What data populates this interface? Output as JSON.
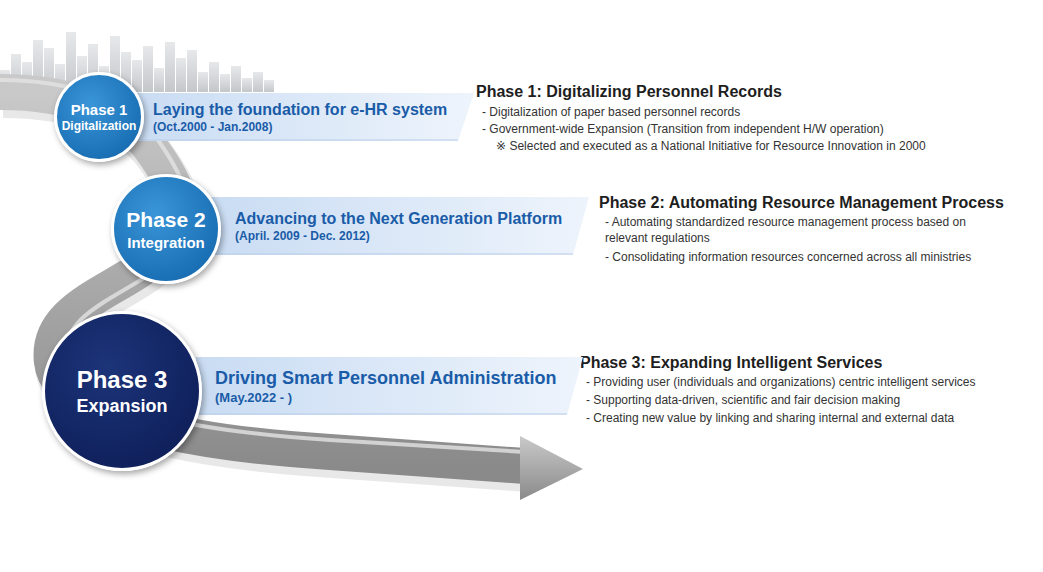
{
  "diagram": {
    "nodes": [
      {
        "text": [
          "Phase 1",
          "Digitalization"
        ]
      },
      {
        "text": [
          "Laying the foundation for e-HR system",
          "(Oct.2000 - Jan.2008)"
        ]
      },
      {
        "text": [
          "Phase 2",
          "Integration"
        ]
      },
      {
        "text": [
          "Advancing to the Next Generation Platform",
          "(April. 2009 - Dec. 2012)"
        ]
      },
      {
        "text": [
          "Phase 3",
          "Expansion"
        ]
      },
      {
        "text": [
          "Driving Smart Personnel Administration",
          "(May.2022 - )"
        ]
      }
    ],
    "labels": [
      "Phase 1: Digitalizing Personnel Records",
      "- Digitalization of paper based personnel records",
      "- Government-wide Expansion (Transition from independent H/W operation)",
      "※ Selected and executed as a National Initiative for Resource Innovation in 2000",
      "Phase 2: Automating Resource Management Process",
      "- Automating standardized resource management process based on relevant regulations",
      "- Consolidating information resources concerned across all ministries",
      "Phase 3: Expanding Intelligent Services",
      "- Providing user (individuals and organizations) centric intelligent services",
      "- Supporting data-driven, scientific and fair decision making",
      "- Creating new value by linking and sharing internal and external data"
    ]
  }
}
